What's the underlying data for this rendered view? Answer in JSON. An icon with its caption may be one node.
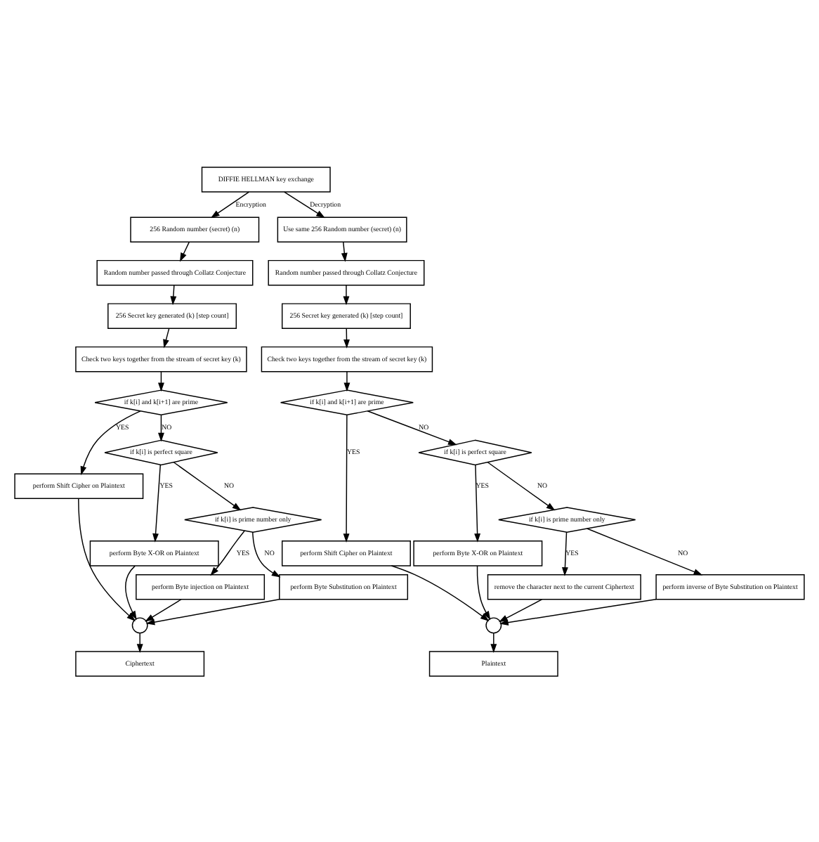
{
  "diagram": {
    "nodes": [
      {
        "text": [
          "DIFFIE HELLMAN key exchange"
        ]
      },
      {
        "text": [
          "256 Random number (secret) (n)"
        ]
      },
      {
        "text": [
          "Random number passed through Collatz Conjecture"
        ]
      },
      {
        "text": [
          "256 Secret key generated (k) [step count]"
        ]
      },
      {
        "text": [
          "Check two keys together from the stream of secret key (k)"
        ]
      },
      {
        "text": [
          "if k[i] and k[i+1] are prime"
        ]
      },
      {
        "text": [
          "perform Shift Cipher on Plaintext"
        ]
      },
      {
        "text": [
          "if k[i] is perfect square"
        ]
      },
      {
        "text": [
          "perform Byte X-OR on Plaintext"
        ]
      },
      {
        "text": [
          "if k[i] is prime number only"
        ]
      },
      {
        "text": [
          "perform Byte injection on Plaintext"
        ]
      },
      {
        "text": [
          "perform Byte Substitution on Plaintext"
        ]
      },
      {
        "text": [],
        "shape": "circle"
      },
      {
        "text": [
          "Ciphertext"
        ]
      },
      {
        "text": [
          "Use same 256 Random number (secret) (n)"
        ]
      },
      {
        "text": [
          "Random number passed through Collatz Conjecture"
        ]
      },
      {
        "text": [
          "256 Secret key generated (k) [step count]"
        ]
      },
      {
        "text": [
          "Check two keys together from the stream of secret key (k)"
        ]
      },
      {
        "text": [
          "if k[i] and k[i+1] are prime"
        ]
      },
      {
        "text": [
          "perform Shift Cipher on Plaintext"
        ]
      },
      {
        "text": [
          "if k[i] is perfect square"
        ]
      },
      {
        "text": [
          "perform Byte X-OR on Plaintext"
        ]
      },
      {
        "text": [
          "if k[i] is prime number only"
        ]
      },
      {
        "text": [
          "remove the character next to the current Ciphertext"
        ]
      },
      {
        "text": [
          "perform inverse of Byte Substitution on Plaintext"
        ]
      },
      {
        "text": [],
        "shape": "circle"
      },
      {
        "text": [
          "Plaintext"
        ]
      }
    ],
    "edges": [
      {
        "from": 0,
        "to": 1,
        "arrow": "to",
        "label": "Encryption"
      },
      {
        "from": 1,
        "to": 2,
        "arrow": "to"
      },
      {
        "from": 2,
        "to": 3,
        "arrow": "to"
      },
      {
        "from": 3,
        "to": 4,
        "arrow": "to"
      },
      {
        "from": 4,
        "to": 5,
        "arrow": "to"
      },
      {
        "from": 5,
        "to": 6,
        "arrow": "to",
        "label": "YES"
      },
      {
        "from": 5,
        "to": 7,
        "arrow": "to",
        "label": "NO"
      },
      {
        "from": 7,
        "to": 8,
        "arrow": "to",
        "label": "YES"
      },
      {
        "from": 7,
        "to": 9,
        "arrow": "to",
        "label": "NO"
      },
      {
        "from": 9,
        "to": 10,
        "arrow": "to",
        "label": "YES"
      },
      {
        "from": 9,
        "to": 11,
        "arrow": "to",
        "label": "NO"
      },
      {
        "from": 6,
        "to": 12,
        "arrow": "to"
      },
      {
        "from": 8,
        "to": 12,
        "arrow": "to"
      },
      {
        "from": 10,
        "to": 12,
        "arrow": "to"
      },
      {
        "from": 11,
        "to": 12,
        "arrow": "to"
      },
      {
        "from": 12,
        "to": 13,
        "arrow": "to"
      },
      {
        "from": 0,
        "to": 14,
        "arrow": "to",
        "label": "Decryption"
      },
      {
        "from": 14,
        "to": 15,
        "arrow": "to"
      },
      {
        "from": 15,
        "to": 16,
        "arrow": "to"
      },
      {
        "from": 16,
        "to": 17,
        "arrow": "to"
      },
      {
        "from": 17,
        "to": 18,
        "arrow": "to"
      },
      {
        "from": 18,
        "to": 19,
        "arrow": "to",
        "label": "YES"
      },
      {
        "from": 18,
        "to": 20,
        "arrow": "to",
        "label": "NO"
      },
      {
        "from": 20,
        "to": 21,
        "arrow": "to",
        "label": "YES"
      },
      {
        "from": 20,
        "to": 22,
        "arrow": "to",
        "label": "NO"
      },
      {
        "from": 22,
        "to": 23,
        "arrow": "to",
        "label": "YES"
      },
      {
        "from": 22,
        "to": 24,
        "arrow": "to",
        "label": "NO"
      },
      {
        "from": 19,
        "to": 25,
        "arrow": "to"
      },
      {
        "from": 21,
        "to": 25,
        "arrow": "to"
      },
      {
        "from": 23,
        "to": 25,
        "arrow": "to"
      },
      {
        "from": 24,
        "to": 25,
        "arrow": "to"
      },
      {
        "from": 25,
        "to": 26,
        "arrow": "to"
      }
    ]
  }
}
